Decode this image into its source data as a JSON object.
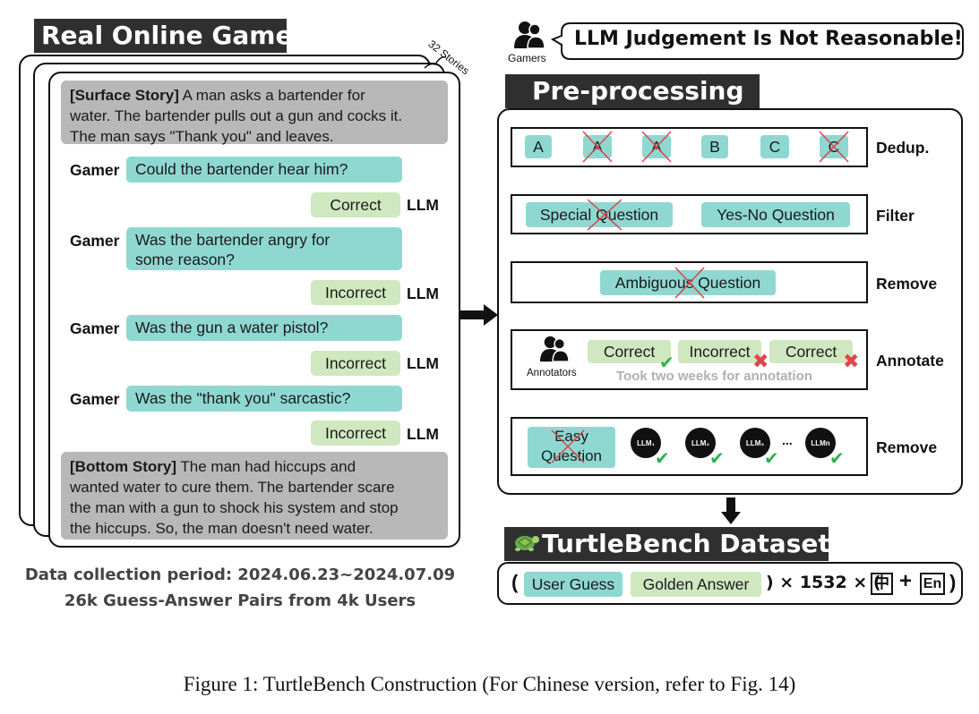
{
  "left": {
    "title": "Real Online Game",
    "stack_label": "32 Stories",
    "surface_story_label": "[Surface Story]",
    "surface_story_lines": [
      " A man asks a bartender for",
      "water. The bartender pulls out a gun and cocks it.",
      "The man says \"Thank you\" and leaves."
    ],
    "gamer_label": "Gamer",
    "llm_label": "LLM",
    "dialogues": [
      {
        "question": "Could the bartender hear him?",
        "answer": "Correct"
      },
      {
        "question": "Was the bartender angry for some reason?",
        "answer": "Incorrect"
      },
      {
        "question": "Was the gun a water pistol?",
        "answer": "Incorrect"
      },
      {
        "question": "Was the \"thank you\" sarcastic?",
        "answer": "Incorrect"
      }
    ],
    "bottom_story_label": "[Bottom Story]",
    "bottom_story_lines": [
      " The man had hiccups and",
      "wanted water to cure them. The bartender scare",
      "the man with a gun to shock his system and stop",
      "the hiccups. So, the man doesn't need water."
    ],
    "caption_line1": "Data collection period: 2024.06.23~2024.07.09",
    "caption_line2": "26k Guess-Answer Pairs from 4k Users"
  },
  "right": {
    "gamers_label": "Gamers",
    "speech": "LLM Judgement Is Not Reasonable!",
    "preprocess_title": "Pre-processing",
    "dedup": {
      "chips": [
        "A",
        "A",
        "A",
        "B",
        "C",
        "C"
      ],
      "crossed": [
        false,
        true,
        true,
        false,
        false,
        true
      ],
      "label": "Dedup."
    },
    "filter": {
      "chips": [
        "Special Question",
        "Yes-No Question"
      ],
      "label": "Filter"
    },
    "remove1": {
      "chip": "Ambiguous Question",
      "label": "Remove"
    },
    "annotate": {
      "annotators_label": "Annotators",
      "chips": [
        "Correct",
        "Incorrect",
        "Correct"
      ],
      "marks": [
        "check",
        "x",
        "x"
      ],
      "note": "Took two weeks for annotation",
      "label": "Annotate"
    },
    "remove2": {
      "chip_line1": "Easy",
      "chip_line2": "Question",
      "llms": [
        "LLM₁",
        "LLM₂",
        "LLM₃"
      ],
      "ellipsis": "...",
      "llm_last": "LLMn",
      "label": "Remove"
    },
    "dataset_title": "TurtleBench Dataset",
    "formula": {
      "open": "(",
      "guess": "User Guess",
      "golden": "Golden Answer",
      "mid": ") × 1532 × (",
      "zh": "中",
      "plus": "+",
      "en": "En",
      "close": ")"
    }
  },
  "figure_caption": "Figure 1: TurtleBench Construction (For Chinese version, refer to Fig. 14)",
  "colors": {
    "title_bg": "#2f2f2f",
    "teal": "#8fd8d2",
    "green": "#cfe8c0",
    "gray": "#b8b8b8",
    "check": "#2fb24a",
    "cross": "#e0464a"
  }
}
